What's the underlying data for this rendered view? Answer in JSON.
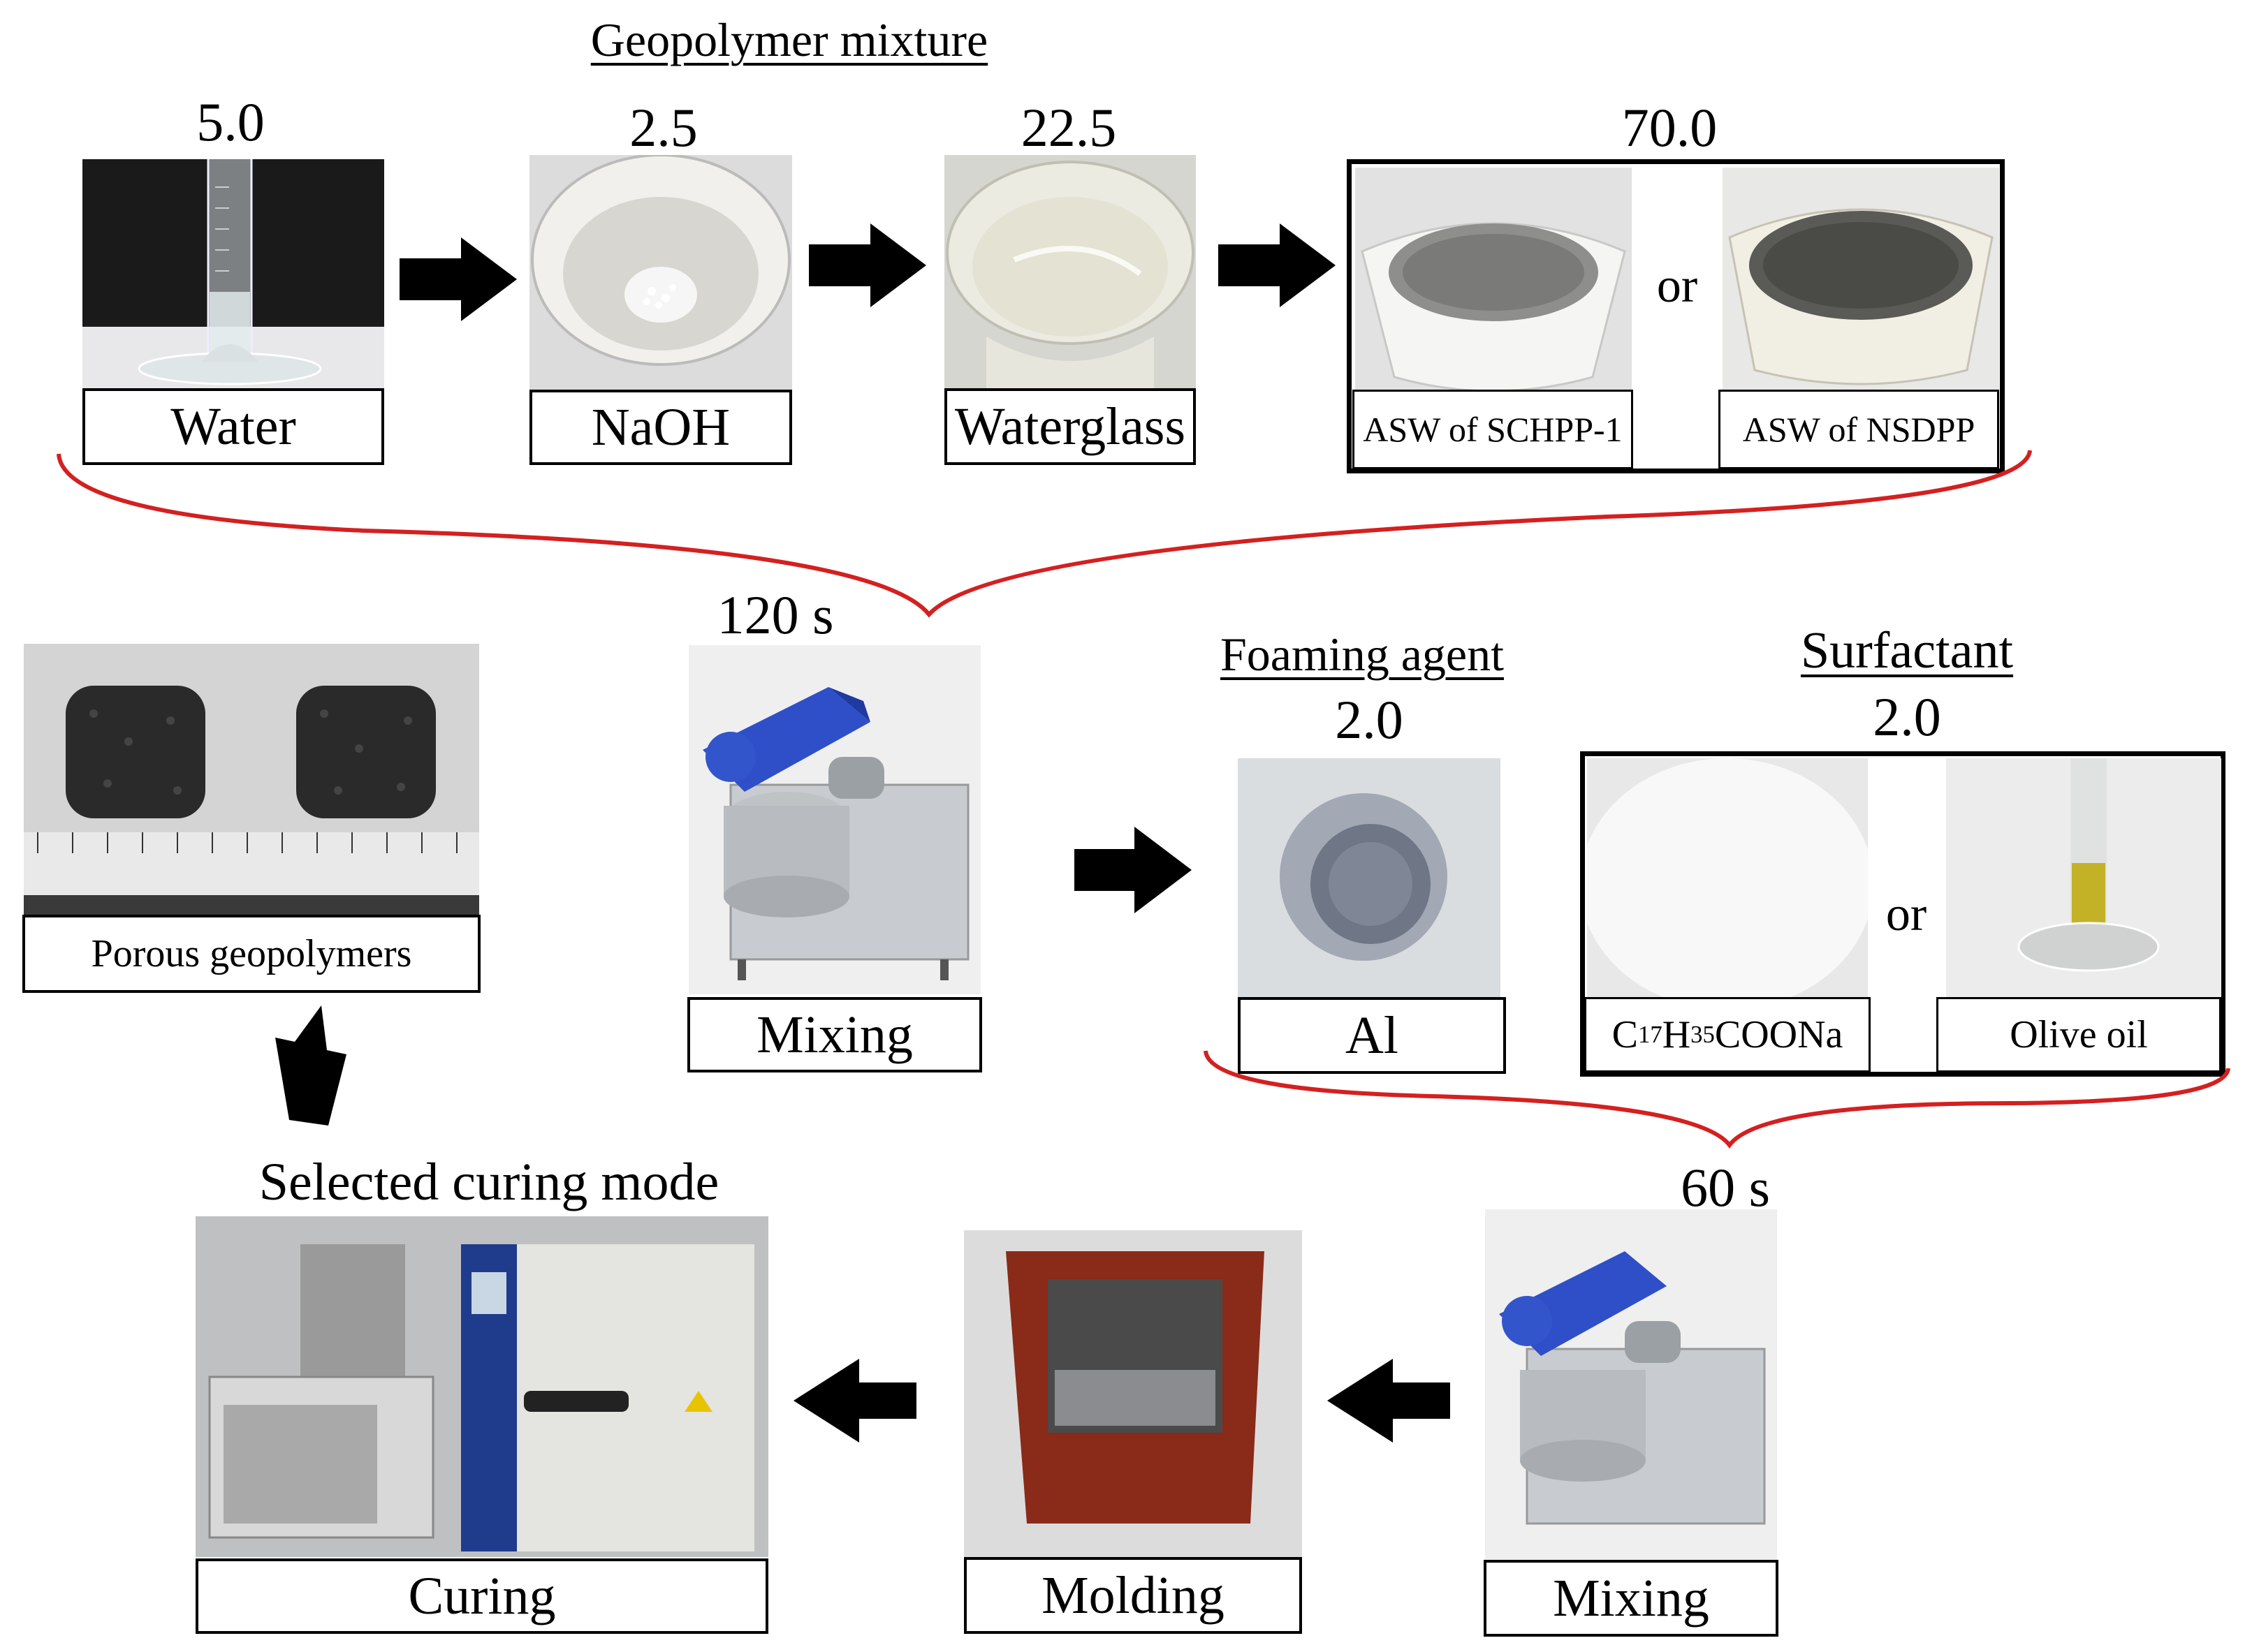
{
  "titles": {
    "geopolymer_mixture": "Geopolymer mixture",
    "foaming_agent": "Foaming agent",
    "surfactant": "Surfactant",
    "selected_curing_mode": "Selected curing mode"
  },
  "quantities": {
    "water": "5.0",
    "naoh": "2.5",
    "waterglass": "22.5",
    "asw": "70.0",
    "foaming_agent": "2.0",
    "surfactant": "2.0"
  },
  "times": {
    "first_mixing": "120 s",
    "second_mixing": "60 s"
  },
  "labels": {
    "water": "Water",
    "naoh": "NaOH",
    "waterglass": "Waterglass",
    "asw_schpp": "ASW of SCHPP-1",
    "asw_nsdpp": "ASW of NSDPP",
    "porous_geopolymers": "Porous geopolymers",
    "mixing_1": "Mixing",
    "al": "Al",
    "surfactant_a": "C17H35COONa",
    "olive_oil": "Olive oil",
    "curing": "Curing",
    "molding": "Molding",
    "mixing_2": "Mixing"
  },
  "connectors": {
    "or_1": "or",
    "or_2": "or"
  },
  "colors": {
    "arrow": "#000000",
    "brace": "#d42020",
    "box_border": "#000000"
  }
}
